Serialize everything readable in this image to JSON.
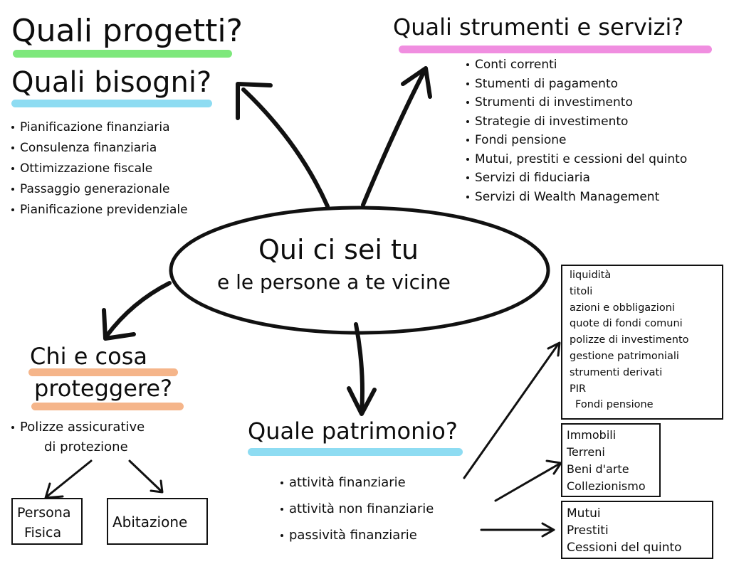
{
  "center": {
    "line1": "Qui ci sei tu",
    "line2": "e le persone a te vicine"
  },
  "top_left": {
    "title1": "Quali progetti?",
    "title2": "Quali bisogni?",
    "highlight1_color": "#7ee87c",
    "highlight2_color": "#8edcf2",
    "items": [
      "Pianificazione finanziaria",
      "Consulenza finanziaria",
      "Ottimizzazione fiscale",
      "Passaggio generazionale",
      "Pianificazione previdenziale"
    ]
  },
  "top_right": {
    "title": "Quali strumenti e servizi?",
    "highlight_color": "#f08ee0",
    "items": [
      "Conti correnti",
      "Stumenti di pagamento",
      "Strumenti di investimento",
      "Strategie di investimento",
      "Fondi pensione",
      "Mutui, prestiti e cessioni del quinto",
      "Servizi di fiduciaria",
      "Servizi di Wealth Management"
    ]
  },
  "bottom_left": {
    "title1": "Chi e cosa",
    "title2": "proteggere?",
    "highlight_color": "#f5b58a",
    "item_line1": "Polizze assicurative",
    "item_line2": "di protezione",
    "box1_line1": "Persona",
    "box1_line2": "Fisica",
    "box2": "Abitazione"
  },
  "bottom_center": {
    "title": "Quale patrimonio?",
    "highlight_color": "#8edcf2",
    "items": [
      "attività finanziarie",
      "attività non finanziarie",
      "passività finanziarie"
    ]
  },
  "box_financial": [
    "liquidità",
    "titoli",
    "azioni e obbligazioni",
    "quote di fondi comuni",
    "polizze di investimento",
    "gestione patrimoniali",
    "strumenti derivati",
    "PIR",
    "Fondi pensione"
  ],
  "box_nonfinancial": [
    "Immobili",
    "Terreni",
    "Beni d'arte",
    "Collezionismo"
  ],
  "box_liabilities": [
    "Mutui",
    "Prestiti",
    "Cessioni del quinto"
  ]
}
